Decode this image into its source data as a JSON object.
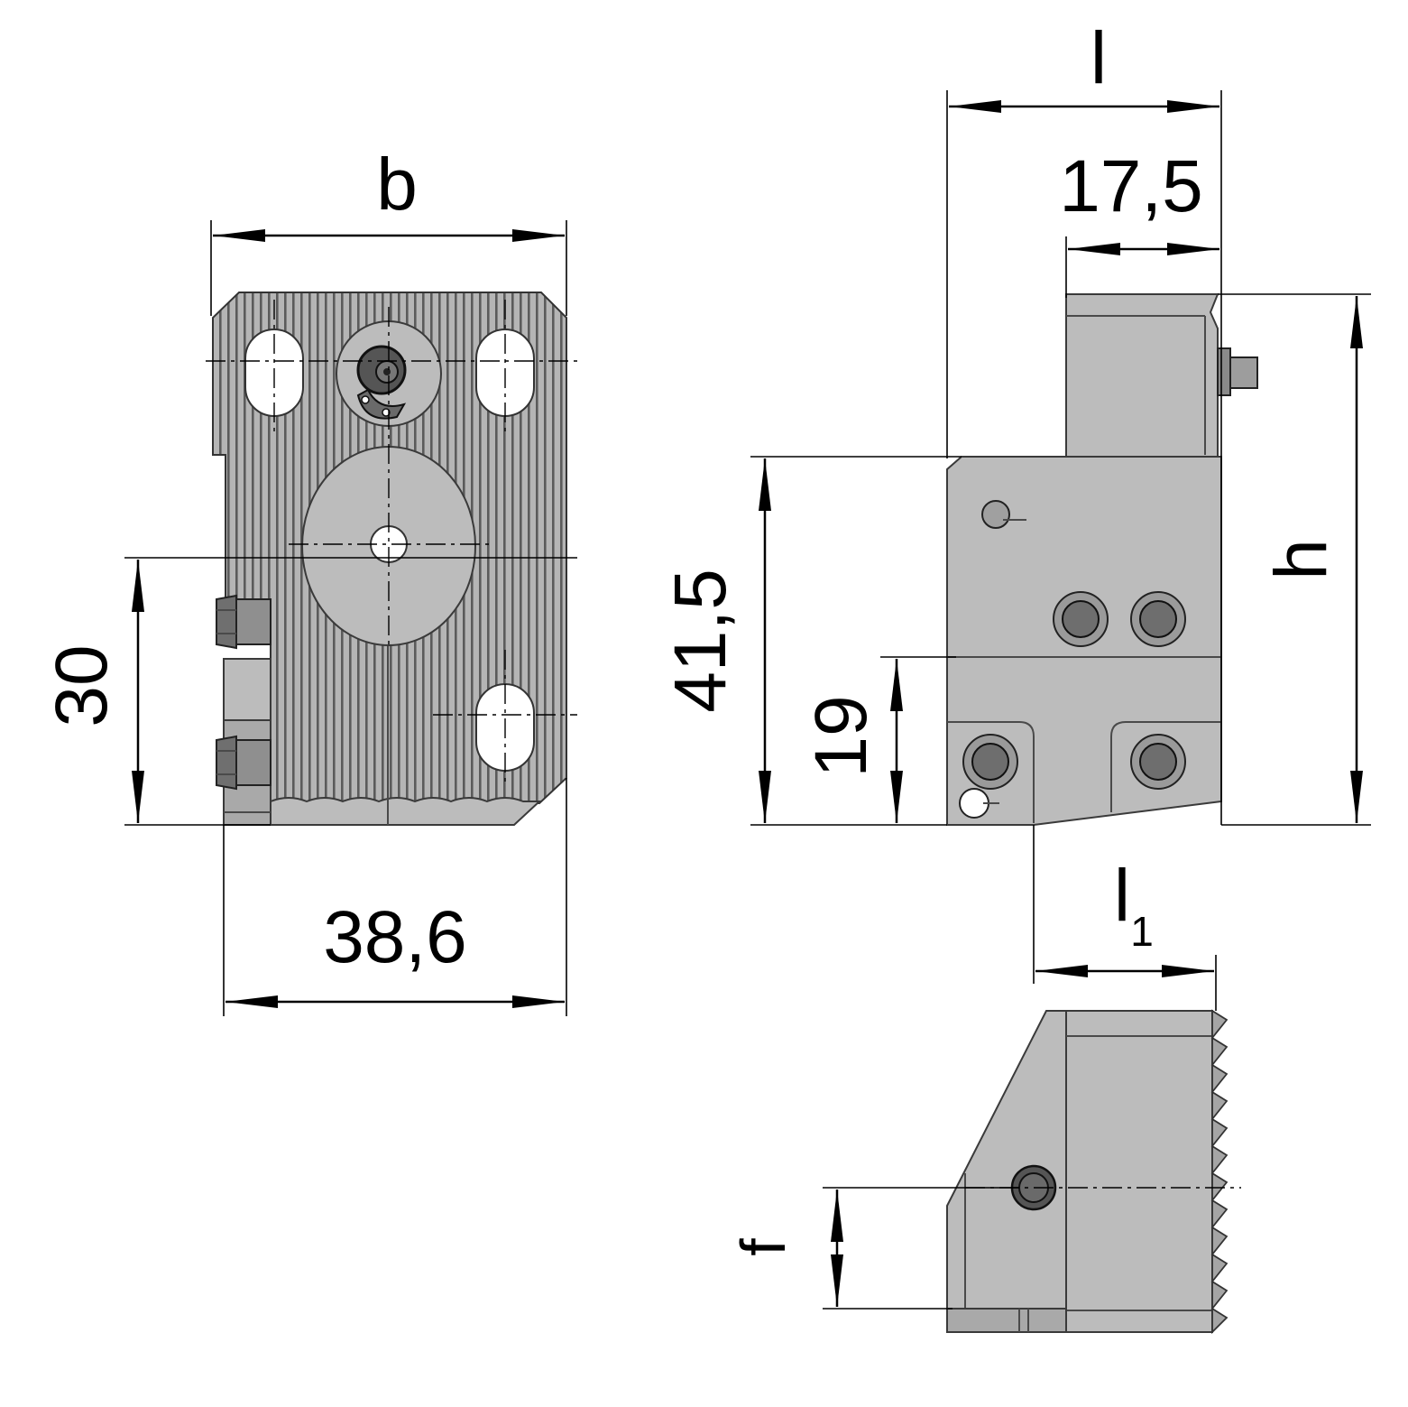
{
  "drawing": {
    "dimensions": {
      "b": "b",
      "l": "l",
      "h": "h",
      "l1_main": "l",
      "l1_sub": "1",
      "f": "f",
      "d_17_5": "17,5",
      "d_41_5": "41,5",
      "d_19": "19",
      "d_30": "30",
      "d_38_6": "38,6"
    }
  }
}
